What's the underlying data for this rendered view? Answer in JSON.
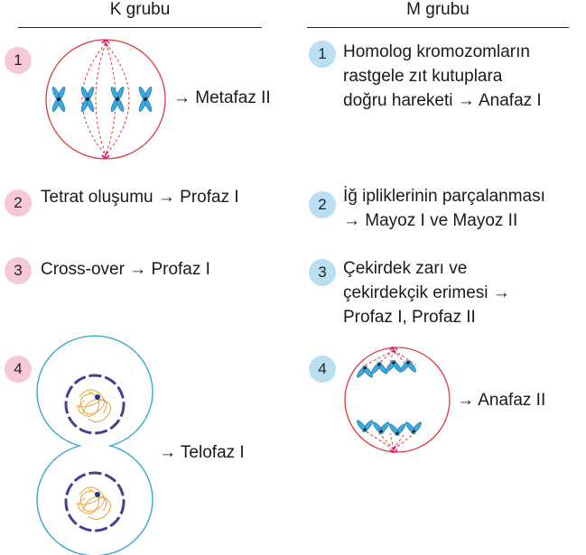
{
  "headers": {
    "left": "K grubu",
    "right": "M grubu"
  },
  "colors": {
    "pink_badge": "#f7c8d8",
    "blue_badge": "#b9e0f2",
    "cell_membrane_red": "#e03a3a",
    "chromosome_blue": "#3aa9e0",
    "nucleus_outline": "#4a3f8f",
    "chromatin_orange": "#e7a43a",
    "cell_outline_cyan": "#37a9d6"
  },
  "k_group": [
    {
      "number": "1",
      "label": "→ Metafaz II",
      "icon": "metaphase-ii-cell-diagram"
    },
    {
      "number": "2",
      "label": "Tetrat oluşumu → Profaz I"
    },
    {
      "number": "3",
      "label": "Cross-over → Profaz I"
    },
    {
      "number": "4",
      "label": "→ Telofaz I",
      "icon": "telophase-i-cell-diagram"
    }
  ],
  "m_group": [
    {
      "number": "1",
      "lines": [
        "Homolog kromozomların",
        "rastgele zıt kutuplara",
        "doğru hareketi → Anafaz I"
      ]
    },
    {
      "number": "2",
      "lines": [
        "İğ ipliklerinin parçalanması",
        "→ Mayoz I ve Mayoz II"
      ]
    },
    {
      "number": "3",
      "lines": [
        "Çekirdek zarı ve",
        "çekirdekçik erimesi →",
        "Profaz I, Profaz II"
      ]
    },
    {
      "number": "4",
      "label": "→ Anafaz II",
      "icon": "anaphase-ii-cell-diagram"
    }
  ]
}
